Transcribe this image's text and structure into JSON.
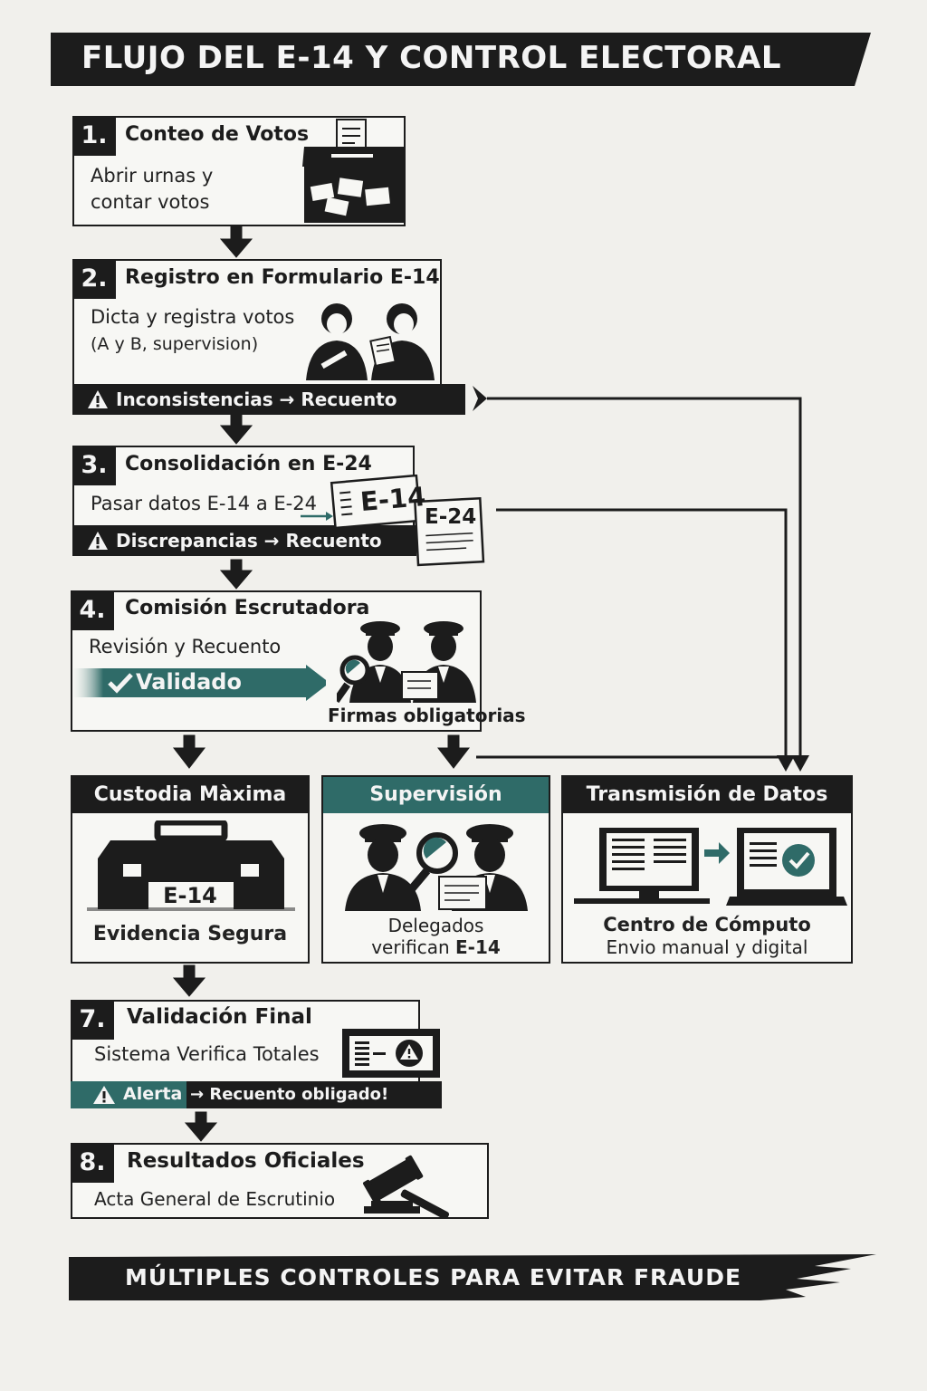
{
  "title": "FLUJO DEL E-14 Y CONTROL ELECTORAL",
  "footer": "MÚLTIPLES CONTROLES PARA EVITAR FRAUDE",
  "colors": {
    "dark": "#1c1c1c",
    "teal": "#2f6b68",
    "paper": "#f1f0ec"
  },
  "steps": [
    {
      "num": "1.",
      "title": "Conteo de Votos",
      "desc_line1": "Abrir urnas y",
      "desc_line2": "contar votos",
      "icon": "ballot-box-icon"
    },
    {
      "num": "2.",
      "title": "Registro en Formulario E-14",
      "desc_line1": "Dicta y registra votos",
      "desc_line2": "(A y B, supervision)",
      "warning": "Inconsistencias → Recuento",
      "icon": "officials-icon"
    },
    {
      "num": "3.",
      "title": "Consolidación en E-24",
      "desc_line1": "Pasar datos E-14 a E-24",
      "warning": "Discrepancias → Recuento",
      "form_a": "E-14",
      "form_b": "E-24",
      "icon": "forms-icon"
    },
    {
      "num": "4.",
      "title": "Comisión Escrutadora",
      "desc_line1": "Revisión y Recuento",
      "validated": "Validado",
      "signatures": "Firmas obligatorias",
      "icon": "inspectors-icon"
    },
    {
      "num": "7.",
      "title": "Validación Final",
      "desc_line1": "Sistema Verifica Totales",
      "alert_word": "Alerta",
      "alert_rest": "→ Recuento obligado!",
      "icon": "alert-screen-icon"
    },
    {
      "num": "8.",
      "title": "Resultados Oficiales",
      "desc_line1": "Acta General de Escrutinio",
      "icon": "gavel-icon"
    }
  ],
  "panels": [
    {
      "title": "Custodia Màxima",
      "label": "E-14",
      "caption_bold": "Evidencia Segura",
      "icon": "toolbox-icon"
    },
    {
      "title": "Supervisión",
      "caption_line1": "Delegados",
      "caption_line2a": "verifican ",
      "caption_line2b": "E-14",
      "icon": "delegates-icon"
    },
    {
      "title": "Transmisión de Datos",
      "caption_bold": "Centro de Cómputo",
      "caption_line2": "Envio manual y digital",
      "icon": "computers-icon"
    }
  ]
}
